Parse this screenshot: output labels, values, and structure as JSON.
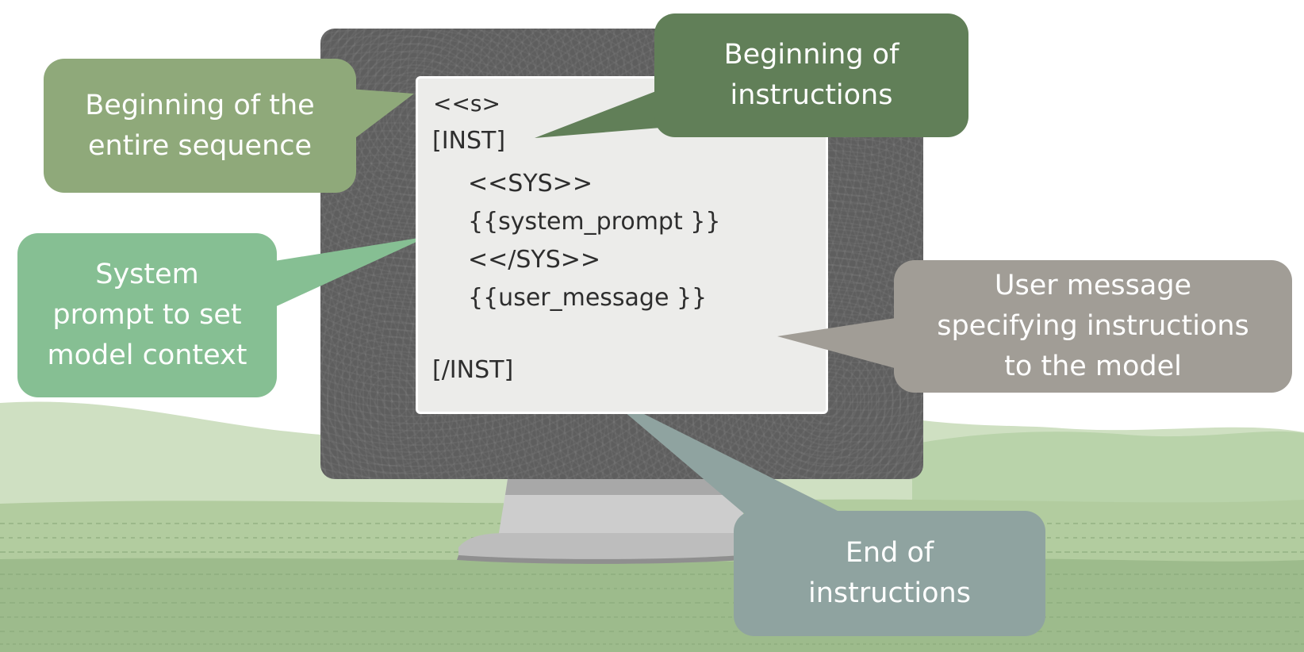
{
  "colors": {
    "hills_light": "#cfe0c2",
    "hills_mid": "#b6d1a8",
    "grass_dark": "#9dbb8c",
    "monitor_bezel": "#5e5e5e",
    "screen": "#ececea",
    "stand": "#c9c9c9",
    "callout_sequence": "#8fa97a",
    "callout_instructions": "#617f58",
    "callout_system": "#86bf93",
    "callout_user": "#a19d96",
    "callout_end": "#8fa3a0"
  },
  "code": {
    "bos": "<<s>",
    "inst_open": "[INST]",
    "sys_open": "<<SYS>>",
    "system_prompt": "{{system_prompt }}",
    "sys_close": "<</SYS>>",
    "user_message": "{{user_message }}",
    "inst_close": "[/INST]"
  },
  "callouts": {
    "sequence": {
      "line1": "Beginning of the",
      "line2": "entire sequence"
    },
    "instructions": {
      "line1": "Beginning of",
      "line2": "instructions"
    },
    "system": {
      "line1": "System",
      "line2": "prompt to set",
      "line3": "model context"
    },
    "user": {
      "line1": "User message",
      "line2": "specifying instructions",
      "line3": "to the model"
    },
    "end": {
      "line1": "End of",
      "line2": "instructions"
    }
  }
}
